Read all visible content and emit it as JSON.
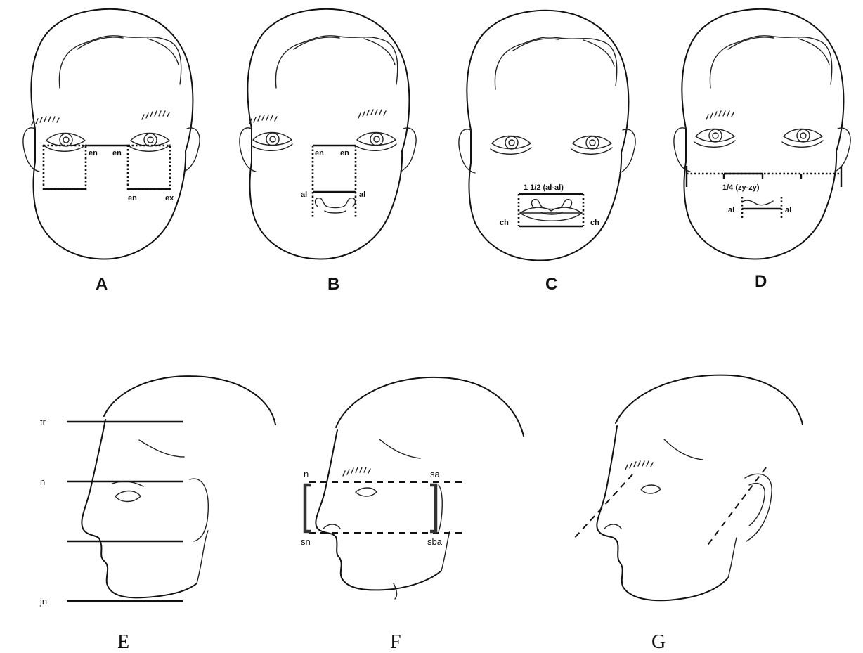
{
  "panels": {
    "A": {
      "label": "A",
      "points": [
        "en",
        "en",
        "en",
        "ex"
      ]
    },
    "B": {
      "label": "B",
      "points": [
        "en",
        "en",
        "al",
        "al"
      ]
    },
    "C": {
      "label": "C",
      "ratio": "1 1/2 (al-al)",
      "points": [
        "ch",
        "ch"
      ]
    },
    "D": {
      "label": "D",
      "ratio": "1/4 (zy-zy)",
      "points": [
        "al",
        "al"
      ]
    },
    "E": {
      "label": "E",
      "points": [
        "tr",
        "n",
        "jn"
      ]
    },
    "F": {
      "label": "F",
      "points": [
        "n",
        "sa",
        "sn",
        "sba"
      ]
    },
    "G": {
      "label": "G"
    }
  }
}
